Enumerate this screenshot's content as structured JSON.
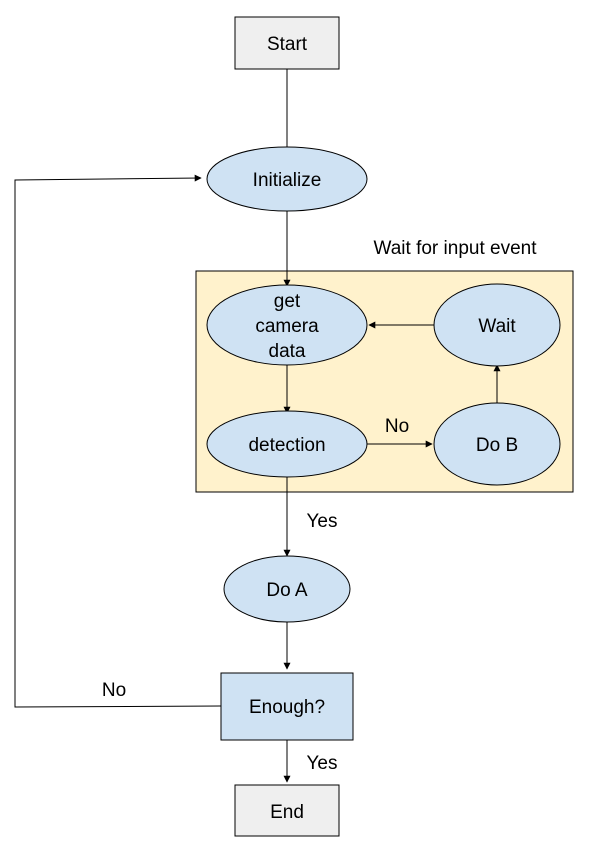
{
  "colors": {
    "start_end_fill": "#efefef",
    "process_fill": "#cfe2f3",
    "loop_region_fill": "#fff2cc",
    "stroke": "#000000",
    "line": "#000000"
  },
  "nodes": {
    "start": "Start",
    "initialize": "Initialize",
    "get_camera_data": [
      "get",
      "camera",
      "data"
    ],
    "wait": "Wait",
    "detection": "detection",
    "do_b": "Do B",
    "do_a": "Do A",
    "enough": "Enough?",
    "end": "End"
  },
  "region": {
    "label": "Wait for input event"
  },
  "edge_labels": {
    "detection_to_do_b": "No",
    "detection_to_do_a": "Yes",
    "enough_to_initialize": "No",
    "enough_to_end": "Yes"
  }
}
